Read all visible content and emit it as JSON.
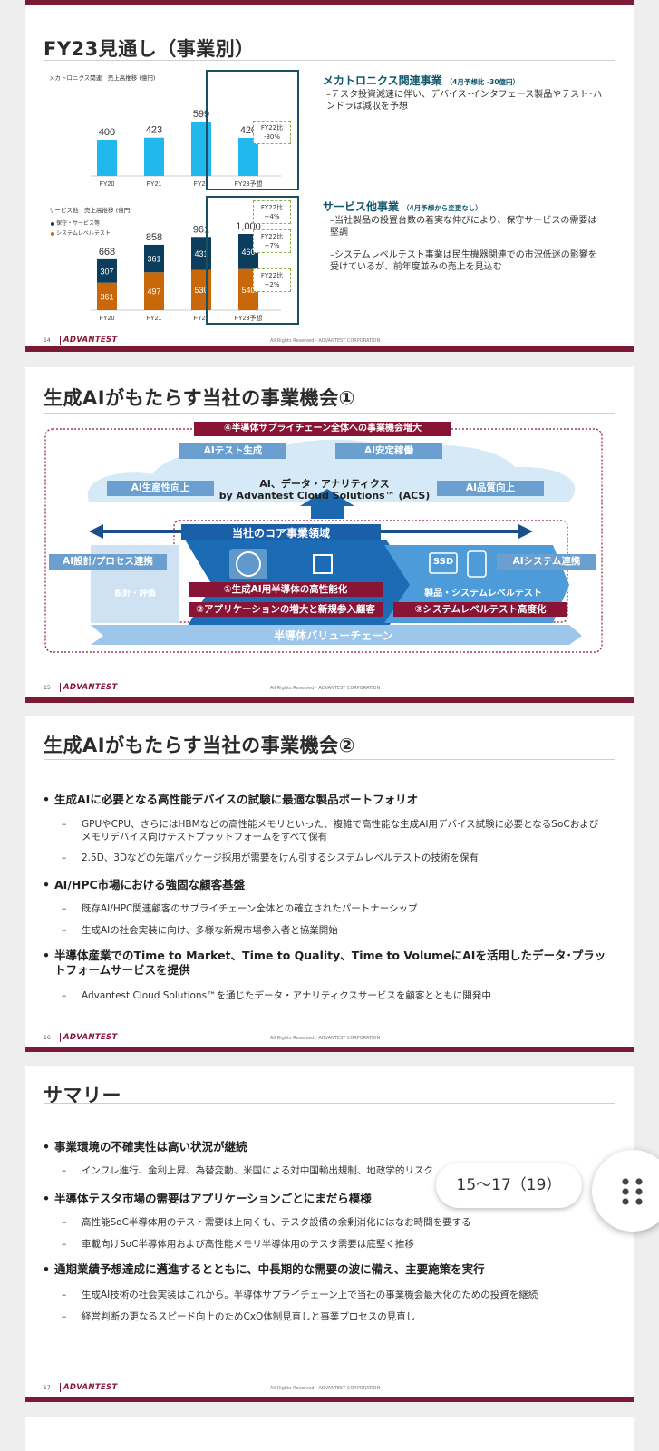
{
  "slide1": {
    "title": "FY23見通し（事業別）",
    "page_num": "14",
    "logo": "ADVANTEST",
    "copyright": "All Rights Reserved - ADVANTEST CORPORATION",
    "chart_data": [
      {
        "type": "bar",
        "title": "メカトロニクス関連　売上高推移 (億円)",
        "categories": [
          "FY20",
          "FY21",
          "FY22",
          "FY23予想"
        ],
        "values": [
          400,
          423,
          599,
          420
        ],
        "color": "#22b8ee",
        "annotation": "FY22比\n-30%"
      },
      {
        "type": "bar",
        "stacked": true,
        "title": "サービス他　売上高推移 (億円)",
        "categories": [
          "FY20",
          "FY21",
          "FY22",
          "FY23予想"
        ],
        "series": [
          {
            "name": "システムレベルテスト",
            "values": [
              361,
              497,
              530,
              540
            ],
            "color": "#c8680b"
          },
          {
            "name": "保守・サービス等",
            "values": [
              307,
              361,
              431,
              460
            ],
            "color": "#0c3d5c"
          }
        ],
        "totals": [
          "668",
          "858",
          "961",
          "1,000"
        ],
        "annotations": [
          "FY22比\n+4%",
          "FY22比\n+7%",
          "FY22比\n+2%"
        ]
      }
    ],
    "mecha": {
      "title": "メカトロニクス関連事業",
      "note": "（4月予想比 -30億円）",
      "text": "–テスタ投資減速に伴い、デバイス･インタフェース製品やテスト･ハンドラは減収を予想"
    },
    "service": {
      "title": "サービス他事業",
      "note": "（4月予想から変更なし）",
      "text1": "–当社製品の設置台数の着実な伸びにより、保守サービスの需要は堅調",
      "text2": "–システムレベルテスト事業は民生機器関連での市況低迷の影響を受けているが、前年度並みの売上を見込む"
    }
  },
  "slide2": {
    "title": "生成AIがもたらす当社の事業機会①",
    "page_num": "15",
    "logo": "ADVANTEST",
    "copyright": "All Rights Reserved - ADVANTEST CORPORATION",
    "supply_chain": "④半導体サプライチェーン全体への事業機会増大",
    "ai_test": "AIテスト生成",
    "ai_stable": "AI安定稼働",
    "ai_productivity": "AI生産性向上",
    "ai_quality": "AI品質向上",
    "acs_line1": "AI、データ・アナリティクス",
    "acs_line2": "by Advantest Cloud Solutions™ (ACS)",
    "core": "当社のコア事業領域",
    "ai_design": "AI設計/プロセス連携",
    "design_eval": "設計・評価",
    "ai_system": "AIシステム連携",
    "product_system": "製品・システムレベルテスト",
    "op1": "①生成AI用半導体の高性能化",
    "op2": "②アプリケーションの増大と新規参入顧客",
    "op3": "③システムレベルテスト高度化",
    "value_chain": "半導体バリューチェーン",
    "ssd": "SSD"
  },
  "slide3": {
    "title": "生成AIがもたらす当社の事業機会②",
    "page_num": "16",
    "logo": "ADVANTEST",
    "copyright": "All Rights Reserved - ADVANTEST CORPORATION",
    "b1": "生成AIに必要となる高性能デバイスの試験に最適な製品ポートフォリオ",
    "b1s1": "GPUやCPU、さらにはHBMなどの高性能メモリといった、複雑で高性能な生成AI用デバイス試験に必要となるSoCおよびメモリデバイス向けテストプラットフォームをすべて保有",
    "b1s2": "2.5D、3Dなどの先端パッケージ採用が需要をけん引するシステムレベルテストの技術を保有",
    "b2": "AI/HPC市場における強固な顧客基盤",
    "b2s1": "既存AI/HPC関連顧客のサプライチェーン全体との確立されたパートナーシップ",
    "b2s2": "生成AIの社会実装に向け、多様な新規市場参入者と協業開始",
    "b3": "半導体産業でのTime to Market、Time to Quality、Time to VolumeにAIを活用したデータ･プラットフォームサービスを提供",
    "b3s1": "Advantest Cloud Solutions™を通じたデータ・アナリティクスサービスを顧客とともに開発中"
  },
  "slide4": {
    "title": "サマリー",
    "page_num": "17",
    "logo": "ADVANTEST",
    "copyright": "All Rights Reserved - ADVANTEST CORPORATION",
    "b1": "事業環境の不確実性は高い状況が継続",
    "b1s1": "インフレ進行、金利上昇、為替変動、米国による対中国輸出規制、地政学的リスク",
    "b2": "半導体テスタ市場の需要はアプリケーションごとにまだら模様",
    "b2s1": "高性能SoC半導体用のテスト需要は上向くも、テスタ設備の余剰消化にはなお時間を要する",
    "b2s2": "車載向けSoC半導体用および高性能メモリ半導体用のテスタ需要は底堅く推移",
    "b3": "通期業績予想達成に邁進するとともに、中長期的な需要の波に備え、主要施策を実行",
    "b3s1": "生成AI技術の社会実装はこれから。半導体サプライチェーン上で当社の事業機会最大化のための投資を継続",
    "b3s2": "経営判断の更なるスピード向上のためCxO体制見直しと事業プロセスの見直し"
  },
  "viewer": {
    "page_indicator": "15～17（19）"
  }
}
